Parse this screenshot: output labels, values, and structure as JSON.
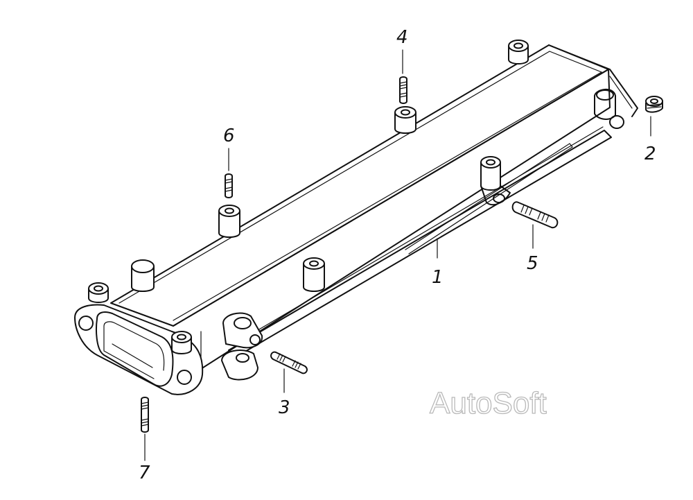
{
  "callouts": {
    "p1": "1",
    "p2": "2",
    "p3": "3",
    "p4": "4",
    "p5": "5",
    "p6": "6",
    "p7": "7"
  },
  "watermark": "AutoSoft"
}
